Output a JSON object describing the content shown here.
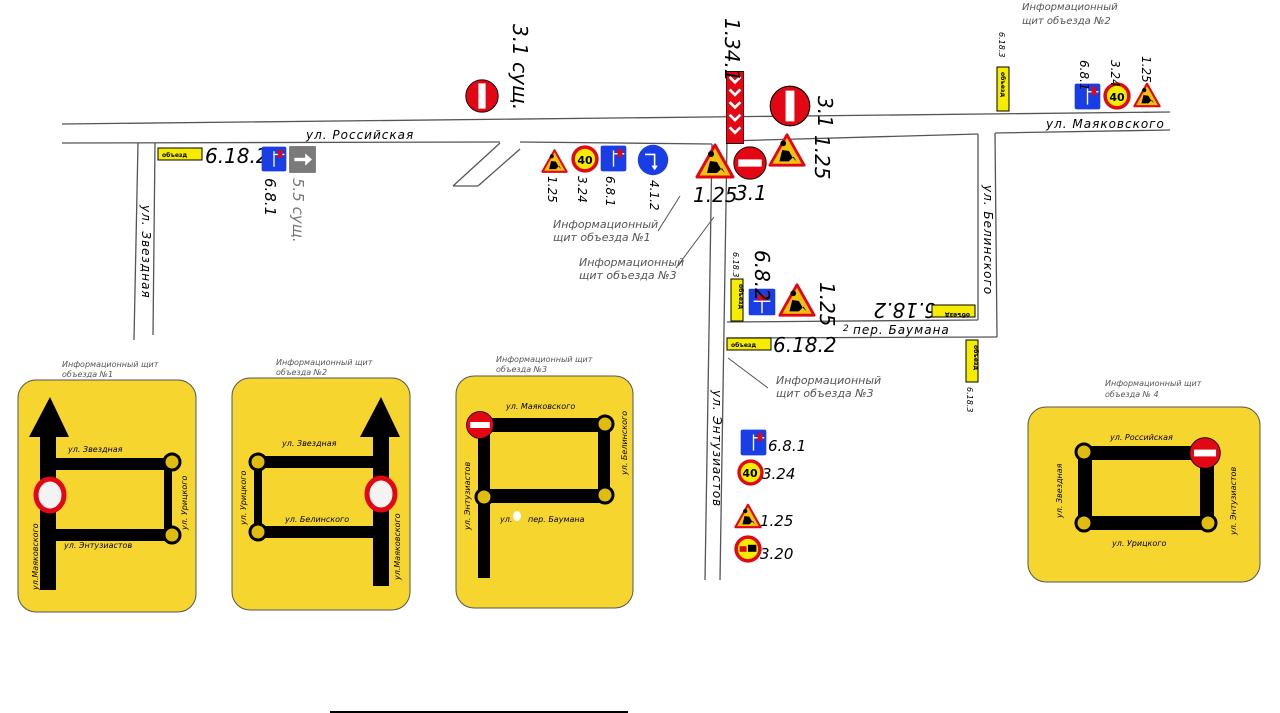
{
  "streets": {
    "rossiyskaya": "ул. Российская",
    "mayakovskogo": "ул. Маяковского",
    "zvezdnaya": "ул. Звездная",
    "belinskogo": "ул. Белинского",
    "entuziastov": "ул. Энтузиастов",
    "baumana": "пер. Баумана",
    "baumana_num": "2"
  },
  "sign_codes": {
    "s6_18_2_left": "6.18.2",
    "s6_8_1_left": "6.8.1",
    "s5_5": "5.5 сущ.",
    "s3_1_top": "3.1 сущ.",
    "s1_34_1": "1.34.1",
    "s3_1_right": "3.1",
    "s1_25_right": "1.25",
    "s1_25_a": "1.25",
    "s3_24_a": "3.24",
    "s6_8_1_a": "6.8.1",
    "s4_1_2": "4.1.2",
    "s1_25_center": "1.25",
    "s3_1_center": "3.1",
    "s6_18_3_top": "6.18.3",
    "s6_8_1_r": "6.8.1",
    "s3_24_r": "3.24",
    "s1_25_r": "1.25",
    "s6_18_3_mid": "6.18.3",
    "s6_8_2": "6.8.2",
    "s1_25_mid": "1.25",
    "s6_18_2_mid": "6.18.2",
    "s6_18_2_low": "6.18.2",
    "s6_18_3_low": "6.18.3",
    "leg_6_8_1": "6.8.1",
    "leg_3_24": "3.24",
    "leg_1_25": "1.25",
    "leg_3_20": "3.20"
  },
  "speed_limit": "40",
  "detour_word": "объезд",
  "notes": {
    "shield1_l1": "Информационный",
    "shield1_l2": "щит объезда №1",
    "shield2_l1": "Информационный",
    "shield2_l2": "щит объезда №2",
    "shield3a_l1": "Информационный",
    "shield3a_l2": "щит объезда №3",
    "shield3b_l1": "Информационный",
    "shield3b_l2": "щит объезда №3"
  },
  "panels": [
    {
      "title1": "Информационный щит",
      "title2": "объезда №1",
      "s1": "ул. Звездная",
      "s2": "ул. Урицкого",
      "s3": "ул. Энтузиастов",
      "s4": "ул.Маяковского"
    },
    {
      "title1": "Информационный щит",
      "title2": "объезда №2",
      "s1": "ул. Звездная",
      "s2": "ул. Урицкого",
      "s3": "ул. Белинского",
      "s4": "ул.Маяковского"
    },
    {
      "title1": "Информационный щит",
      "title2": "объезда №3",
      "s1": "ул. Маяковского",
      "s2": "ул. Белинского",
      "s3": "ул. Энтузиастов",
      "s4": "ул.",
      "s5": "пер. Баумана"
    },
    {
      "title1": "Информационный щит",
      "title2": "объезда № 4",
      "s1": "ул. Российская",
      "s2": "ул. Звездная",
      "s3": "ул. Энтузиастов",
      "s4": "ул. Урицкого"
    }
  ],
  "colors": {
    "panel": "#f7d52f",
    "sign_red": "#e30613",
    "sign_blue": "#1a3ee6",
    "detour_yellow": "#f5ec00"
  }
}
